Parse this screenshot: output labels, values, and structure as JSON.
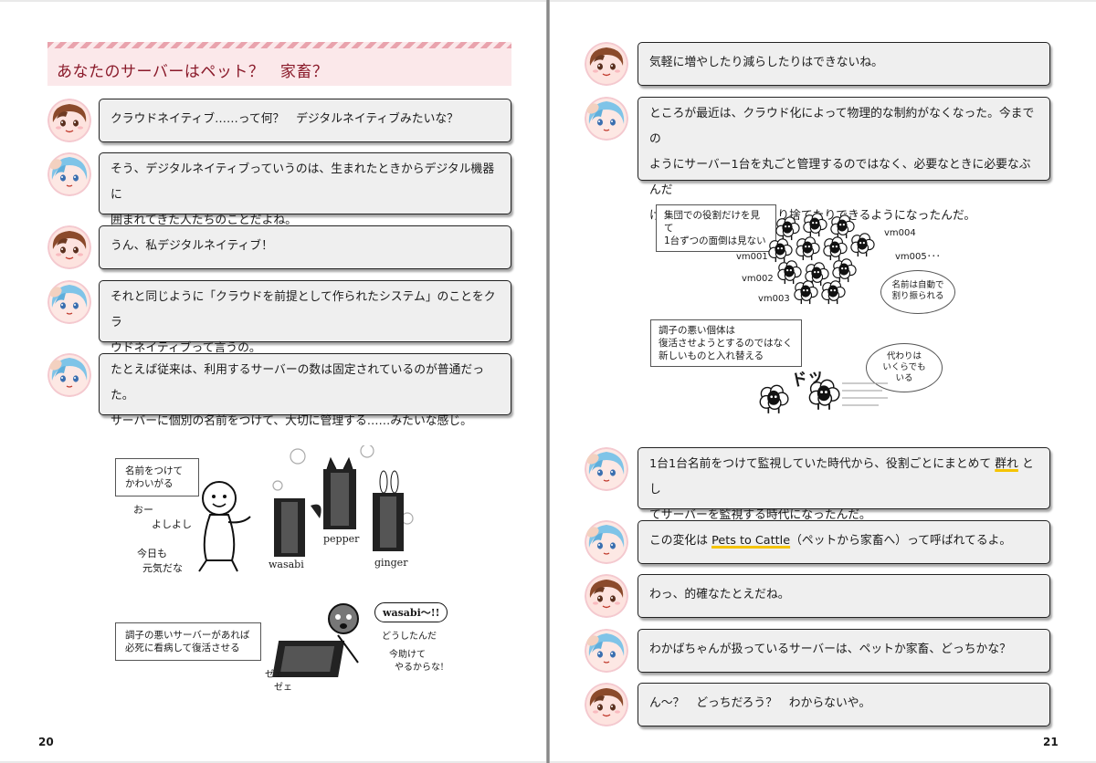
{
  "pages": {
    "left_number": "20",
    "right_number": "21"
  },
  "section": {
    "title": "あなたのサーバーはペット？　家畜？"
  },
  "dialogues_left": [
    {
      "speaker": "brown-hair-girl",
      "text": "クラウドネイティブ……って何？　デジタルネイティブみたいな？"
    },
    {
      "speaker": "blue-hair-girl",
      "line1": "そう、デジタルネイティブっていうのは、生まれたときからデジタル機器に",
      "line2": "囲まれてきた人たちのことだよね。"
    },
    {
      "speaker": "brown-hair-girl",
      "text": "うん、私デジタルネイティブ！"
    },
    {
      "speaker": "blue-hair-girl",
      "line1": "それと同じように「クラウドを前提として作られたシステム」のことをクラ",
      "line2": "ウドネイティブって言うの。"
    },
    {
      "speaker": "blue-hair-girl",
      "line1": "たとえば従来は、利用するサーバーの数は固定されているのが普通だった。",
      "line2": "サーバーに個別の名前をつけて、大切に管理する……みたいな感じ。"
    }
  ],
  "pets_illustration": {
    "note1_line1": "名前をつけて",
    "note1_line2": "かわいがる",
    "speech1_line1": "おー",
    "speech1_line2": "よしよし",
    "speech2_line1": "今日も",
    "speech2_line2": "元気だな",
    "server_names": [
      "wasabi",
      "pepper",
      "ginger"
    ],
    "note2_line1": "調子の悪いサーバーがあれば",
    "note2_line2": "必死に看病して復活させる",
    "shout": "wasabi〜!!",
    "speech3": "どうしたんだ",
    "speech4_line1": "今助けて",
    "speech4_line2": "やるからな!",
    "breath1": "ゼェ",
    "breath2": "ゼェ"
  },
  "dialogues_right_top": [
    {
      "speaker": "brown-hair-girl",
      "text": "気軽に増やしたり減らしたりはできないね。"
    },
    {
      "speaker": "blue-hair-girl",
      "line1": "ところが最近は、クラウド化によって物理的な制約がなくなった。今までの",
      "line2": "ようにサーバー1台を丸ごと管理するのではなく、必要なときに必要なぶんだ",
      "line3": "けインスタンスを作ったり捨てたりできるようになったんだ。"
    }
  ],
  "cattle_illustration": {
    "note1_line1": "集団での役割だけを見て",
    "note1_line2": "1台ずつの面倒は見ない",
    "vm_labels": [
      "vm004",
      "vm005･･･",
      "vm001",
      "vm002",
      "vm003"
    ],
    "bubble1_line1": "名前は自動で",
    "bubble1_line2": "割り振られる",
    "note2_line1": "調子の悪い個体は",
    "note2_line2": "復活させようとするのではなく",
    "note2_line3": "新しいものと入れ替える",
    "bubble2_line1": "代わりは",
    "bubble2_line2": "いくらでも",
    "bubble2_line3": "いる",
    "sfx": "ドッ"
  },
  "dialogues_right_bottom": [
    {
      "speaker": "blue-hair-girl",
      "line1_a": "1台1台名前をつけて監視していた時代から、役割ごとにまとめて ",
      "line1_hl": "群れ",
      "line1_b": " とし",
      "line2": "てサーバーを監視する時代になったんだ。"
    },
    {
      "speaker": "blue-hair-girl",
      "text_a": "この変化は ",
      "text_hl": "Pets to Cattle",
      "text_b": "（ペットから家畜へ）って呼ばれてるよ。"
    },
    {
      "speaker": "brown-hair-girl",
      "text": "わっ、的確なたとえだね。"
    },
    {
      "speaker": "blue-hair-girl",
      "text": "わかばちゃんが扱っているサーバーは、ペットか家畜、どっちかな？"
    },
    {
      "speaker": "brown-hair-girl",
      "text": "ん〜？　どっちだろう？　わからないや。"
    }
  ]
}
